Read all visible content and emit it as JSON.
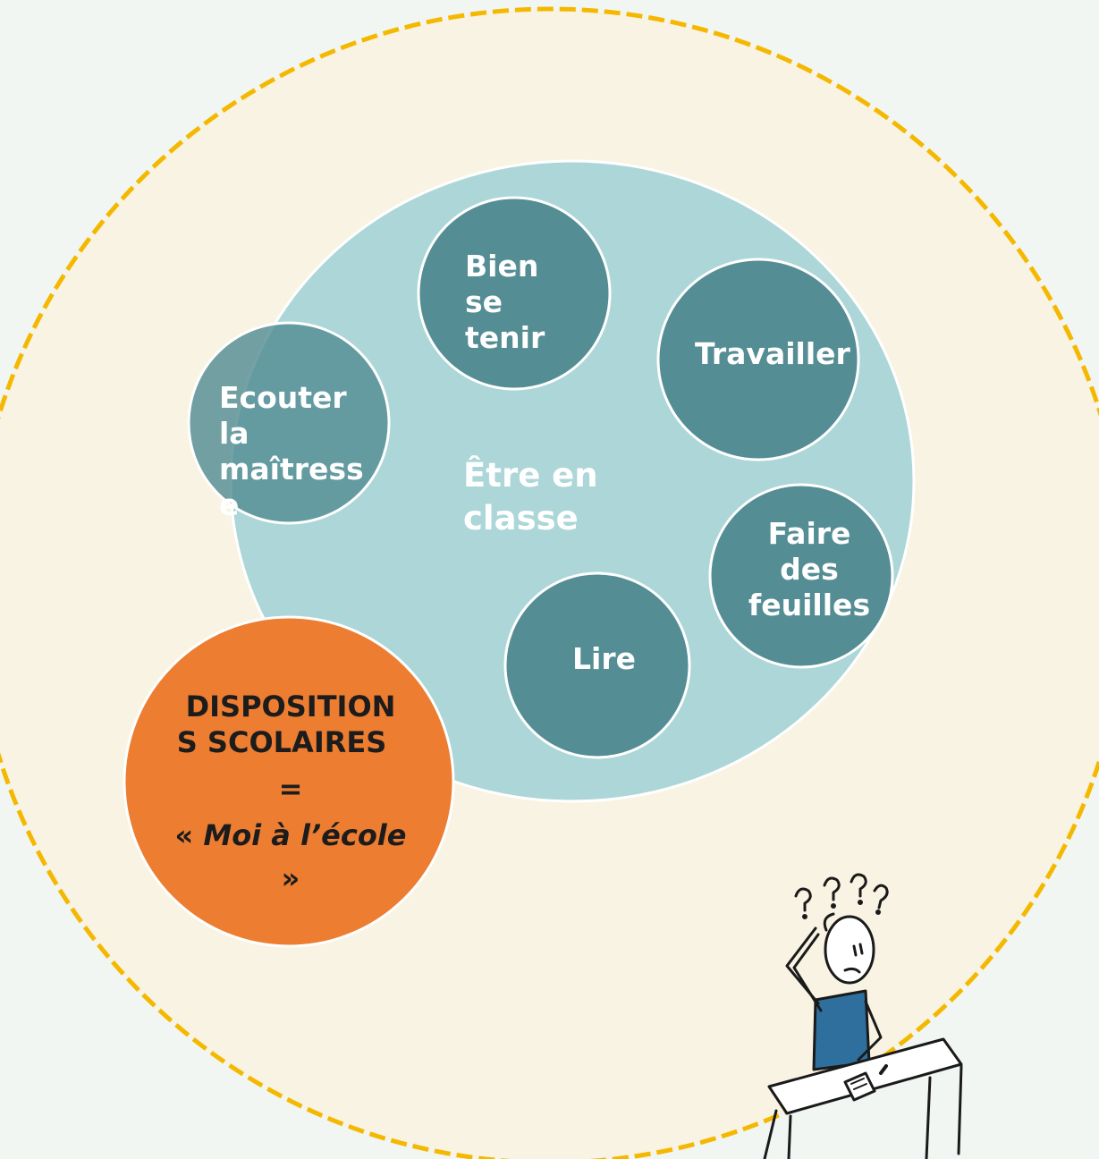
{
  "diagram": {
    "center_label": "Être en\nclasse",
    "nodes": {
      "bien_se_tenir": "Bien\n se\n tenir",
      "travailler": "Travailler",
      "ecouter": "Ecouter\nla\nmaîtress\ne",
      "faire_des_feuilles": "Faire\ndes\nfeuilles",
      "lire": "Lire"
    },
    "dispositions": {
      "line1": "DISPOSITION",
      "line2": "S  SCOLAIRES",
      "equals": "=",
      "quote_open": "« ",
      "quote_text": "Moi à l’école",
      "quote_close": "»"
    },
    "illustration": {
      "question_marks": "????"
    }
  },
  "colors": {
    "background": "#f2f6f3",
    "outer_circle_fill": "#f8f3e2",
    "outer_circle_stroke": "#f5b800",
    "center_circle": "#acd6d8",
    "node_circle": "#548d94",
    "dispositions_circle": "#ed7d31"
  }
}
